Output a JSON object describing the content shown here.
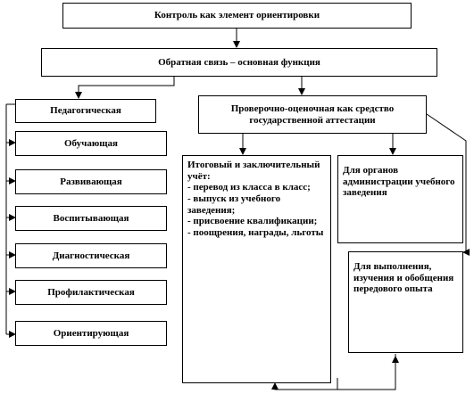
{
  "nodes": {
    "root": "Контроль как элемент ориентировки",
    "feedback": "Обратная связь – основная функция",
    "pedagogical": "Педагогическая",
    "verification": "Проверочно-оценочная как средство государственной аттестации",
    "left_items": [
      "Обучающая",
      "Развивающая",
      "Воспитывающая",
      "Диагностическая",
      "Профилактическая",
      "Ориентирующая"
    ],
    "final_accounting": "Итоговый и заключительный учёт:\n- перевод из класса в класс;\n- выпуск из учебного заведения;\n- присвоение квалификации;\n- поощрения, награды, льготы",
    "administration": "Для органов администрации учебного заведения",
    "advanced_experience": "Для выполнения, изучения и обобщения передового опыта"
  }
}
